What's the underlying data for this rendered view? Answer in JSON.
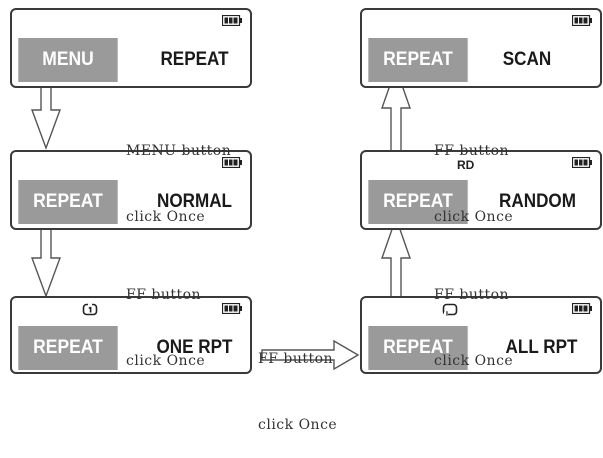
{
  "screens": {
    "menu": {
      "highlight": "MENU",
      "value": "REPEAT"
    },
    "normal": {
      "highlight": "REPEAT",
      "value": "NORMAL"
    },
    "onerpt": {
      "highlight": "REPEAT",
      "value": "ONE RPT"
    },
    "scan": {
      "highlight": "REPEAT",
      "value": "SCAN"
    },
    "random": {
      "highlight": "REPEAT",
      "value": "RANDOM",
      "indicator": "RD"
    },
    "allrpt": {
      "highlight": "REPEAT",
      "value": "ALL RPT"
    }
  },
  "captions": {
    "c1_line1": "MENU button",
    "c1_line2": "click Once",
    "c2_line1": "FF button",
    "c2_line2": "click Once",
    "c3_line1": "FF button",
    "c3_line2": "click Once",
    "c4_line1": "FF button",
    "c4_line2": "click Once",
    "c5_line1": "FF button",
    "c5_line2": "click Once"
  },
  "icons": {
    "battery": "battery-icon",
    "repeat_one": "repeat-one-icon",
    "repeat_all": "repeat-all-icon",
    "arrow": "flow-arrow-icon"
  },
  "colors": {
    "highlight_bg": "#9a9a9a",
    "border": "#3a3a3a",
    "arrow_fill": "#ffffff",
    "arrow_stroke": "#555555"
  }
}
